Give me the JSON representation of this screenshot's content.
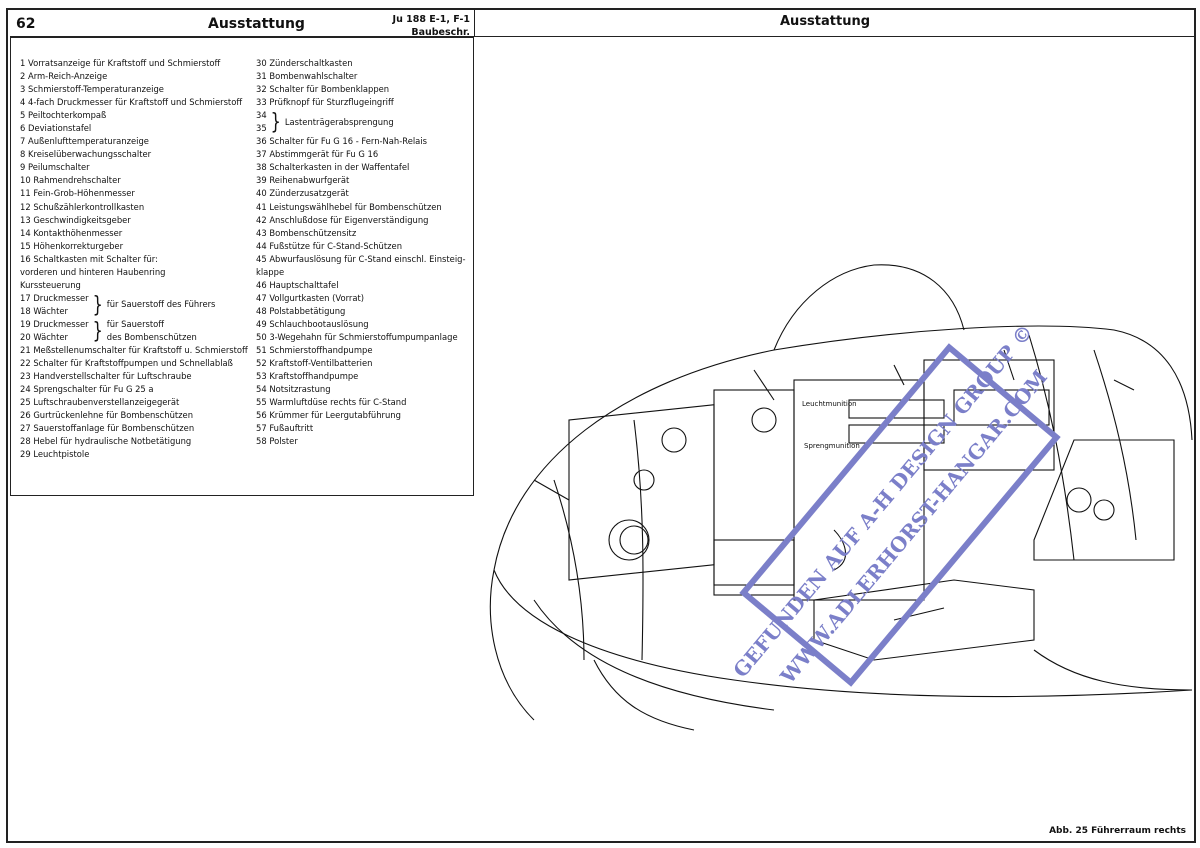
{
  "header": {
    "page_number": "62",
    "title_left": "Ausstattung",
    "aircraft": "Ju 188 E-1, F-1",
    "doc_type": "Baubeschr.",
    "title_right": "Ausstattung"
  },
  "legend": {
    "col1": [
      "1 Vorratsanzeige für Kraftstoff und Schmierstoff",
      "2 Arm-Reich-Anzeige",
      "3 Schmierstoff-Temperaturanzeige",
      "4 4-fach Druckmesser für Kraftstoff und Schmierstoff",
      "5 Peiltochterkompaß",
      "6 Deviationstafel",
      "7 Außenlufttemperaturanzeige",
      "8 Kreiselüberwachungsschalter",
      "9 Peilumschalter",
      "10 Rahmendrehschalter",
      "11 Fein-Grob-Höhenmesser",
      "12 Schußzählerkontrollkasten",
      "13 Geschwindigkeitsgeber",
      "14 Kontakthöhenmesser",
      "15 Höhenkorrekturgeber",
      "16 Schaltkasten mit Schalter für:",
      "vorderen und hinteren Haubenring",
      "Kurssteuerung"
    ],
    "brace1": {
      "items": [
        "17 Druckmesser",
        "18 Wächter"
      ],
      "text": "für Sauerstoff des Führers"
    },
    "brace2": {
      "items": [
        "19 Druckmesser",
        "20 Wächter"
      ],
      "text1": "für Sauerstoff",
      "text2": "des Bombenschützen"
    },
    "col1b": [
      "21 Meßstellenumschalter für Kraftstoff u. Schmierstoff",
      "22 Schalter für Kraftstoffpumpen und Schnellablaß",
      "23 Handverstellschalter für Luftschraube",
      "24 Sprengschalter für Fu G 25 a",
      "25 Luftschraubenverstellanzeigegerät",
      "26 Gurtrückenlehne für Bombenschützen",
      "27 Sauerstoffanlage für Bombenschützen",
      "28 Hebel für hydraulische Notbetätigung",
      "29 Leuchtpistole"
    ],
    "col2a": [
      "30 Zünderschaltkasten",
      "31 Bombenwahlschalter",
      "32 Schalter für Bombenklappen",
      "33 Prüfknopf für Sturzflugeingriff"
    ],
    "brace3": {
      "items": [
        "34",
        "35"
      ],
      "text": "Lastenträgerabsprengung"
    },
    "col2b": [
      "36 Schalter für Fu G 16 - Fern-Nah-Relais",
      "37 Abstimmgerät für Fu G 16",
      "38 Schalterkasten in der Waffentafel",
      "39 Reihenabwurfgerät",
      "40 Zünderzusatzgerät",
      "41 Leistungswählhebel für Bombenschützen",
      "42 Anschlußdose für Eigenverständigung",
      "43 Bombenschützensitz",
      "44 Fußstütze für C-Stand-Schützen",
      "45 Abwurfauslösung für C-Stand einschl. Einsteig-",
      "klappe",
      "46 Hauptschalttafel",
      "47 Vollgurtkasten (Vorrat)",
      "48 Polstabbetätigung",
      "49 Schlauchbootauslösung",
      "50 3-Wegehahn für Schmierstoffumpumpanlage",
      "51 Schmierstoffhandpumpe",
      "52 Kraftstoff-Ventilbatterien",
      "53 Kraftstoffhandpumpe",
      "54 Notsitzrastung",
      "55 Warmluftdüse rechts für C-Stand",
      "56 Krümmer für Leergutabführung",
      "57 Fußauftritt",
      "58 Polster"
    ]
  },
  "figure": {
    "caption": "Abb. 25 Führerraum rechts",
    "stamp_line1": "GEFUNDEN AUF A-H DESIGN GROUP ©",
    "stamp_line2": "WWW.ADLERHORST-HANGAR.COM",
    "panel_text1": "Leuchtmunition",
    "panel_text2": "Sprengmunition"
  },
  "colors": {
    "stamp": "#7b7fc9",
    "ink": "#111111"
  }
}
